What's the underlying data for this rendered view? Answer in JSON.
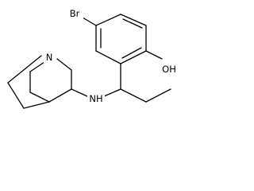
{
  "molecule": {
    "atoms": {
      "bromine": "Br",
      "hydroxyl": "OH",
      "amine": "NH",
      "bridgehead_nitrogen": "N"
    }
  }
}
